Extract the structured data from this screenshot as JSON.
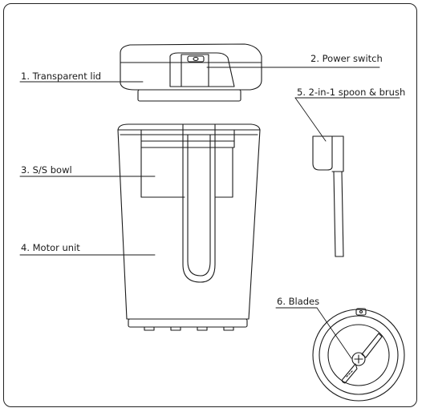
{
  "labels": {
    "lid": "1. Transparent lid",
    "power_switch": "2. Power switch",
    "bowl": "3. S/S bowl",
    "motor": "4. Motor unit",
    "spoon_brush": "5. 2-in-1 spoon & brush",
    "blades": "6. Blades"
  },
  "colors": {
    "line": "#1a1a1a",
    "frame": "#222222",
    "background": "#ffffff"
  },
  "icons": {
    "lid": "lid-drawing",
    "power_switch": "power-switch-drawing",
    "bowl": "bowl-drawing",
    "motor": "motor-unit-drawing",
    "spoon": "spoon-brush-drawing",
    "blades": "blade-assembly-drawing"
  }
}
